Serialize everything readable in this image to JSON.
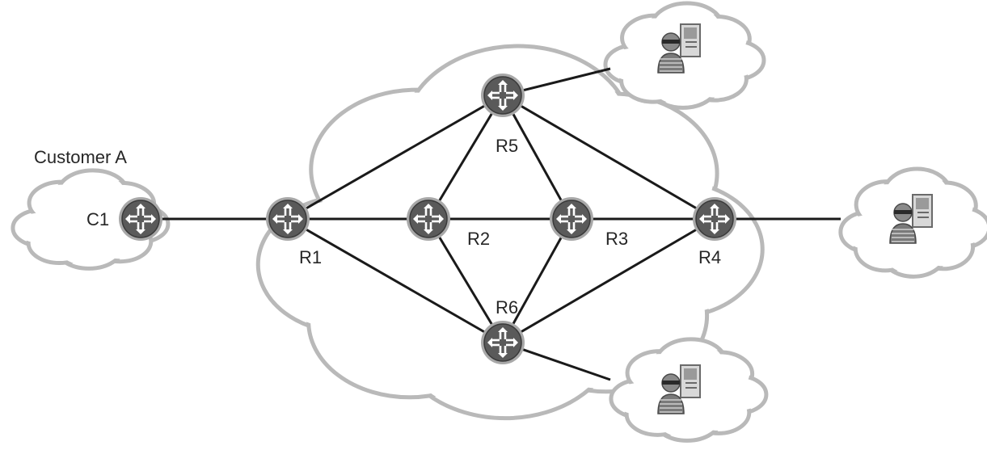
{
  "diagram": {
    "customer_label": "Customer A",
    "colors": {
      "cloud_fill": "#ffffff",
      "cloud_stroke": "#b9b9b9",
      "router_fill": "#5a5a5a",
      "router_ring": "#a8a8a8",
      "link": "#1a1a1a",
      "label": "#262626"
    },
    "routers": [
      {
        "id": "C1",
        "label": "C1"
      },
      {
        "id": "R1",
        "label": "R1"
      },
      {
        "id": "R2",
        "label": "R2"
      },
      {
        "id": "R3",
        "label": "R3"
      },
      {
        "id": "R4",
        "label": "R4"
      },
      {
        "id": "R5",
        "label": "R5"
      },
      {
        "id": "R6",
        "label": "R6"
      }
    ],
    "links": [
      [
        "C1",
        "R1"
      ],
      [
        "R1",
        "R2"
      ],
      [
        "R2",
        "R3"
      ],
      [
        "R3",
        "R4"
      ],
      [
        "R1",
        "R5"
      ],
      [
        "R1",
        "R6"
      ],
      [
        "R2",
        "R5"
      ],
      [
        "R2",
        "R6"
      ],
      [
        "R3",
        "R5"
      ],
      [
        "R3",
        "R6"
      ],
      [
        "R5",
        "R4"
      ],
      [
        "R6",
        "R4"
      ],
      [
        "R5",
        "site-top"
      ],
      [
        "R4",
        "site-right"
      ],
      [
        "R6",
        "site-bottom"
      ]
    ],
    "remote_sites": [
      {
        "id": "site-top",
        "icon": "attacker-workstation-icon"
      },
      {
        "id": "site-right",
        "icon": "attacker-workstation-icon"
      },
      {
        "id": "site-bottom",
        "icon": "attacker-workstation-icon"
      }
    ]
  }
}
